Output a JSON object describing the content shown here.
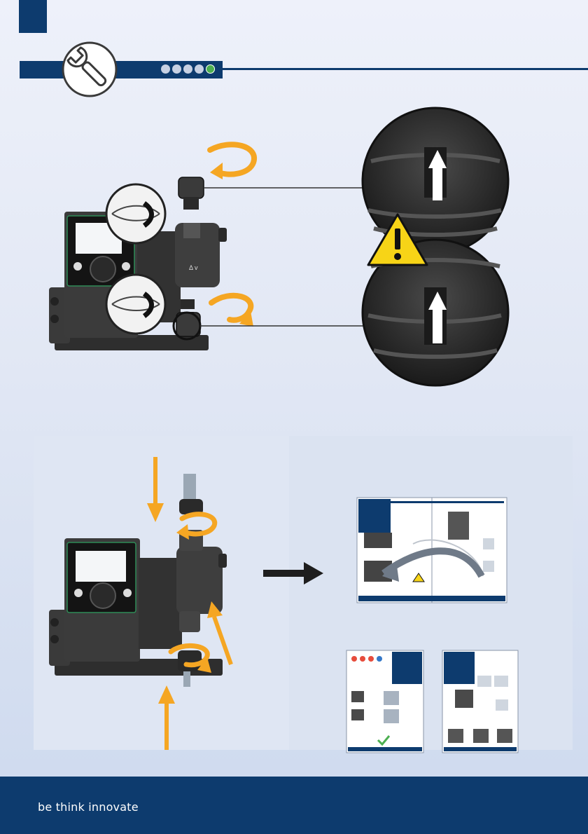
{
  "header": {
    "section_icon": "wrench-icon",
    "progress_step": 5,
    "progress_total": 5
  },
  "illustrations": {
    "top": {
      "icons": [
        "eye-icon",
        "eye-icon",
        "rotate-counterclockwise-arrow-icon",
        "rotate-clockwise-arrow-icon",
        "warning-triangle-icon",
        "up-arrow-icon"
      ]
    },
    "bottom": {
      "icons": [
        "down-arrow-icon",
        "up-arrow-icon",
        "right-arrow-icon"
      ],
      "thumbnail_pages": 3
    }
  },
  "colors": {
    "brand_navy": "#0d3b6e",
    "arrow_orange": "#f5a623",
    "status_green": "#4caf50",
    "warning_yellow": "#f7d417"
  },
  "footer": {
    "slogan": "be think innovate"
  }
}
